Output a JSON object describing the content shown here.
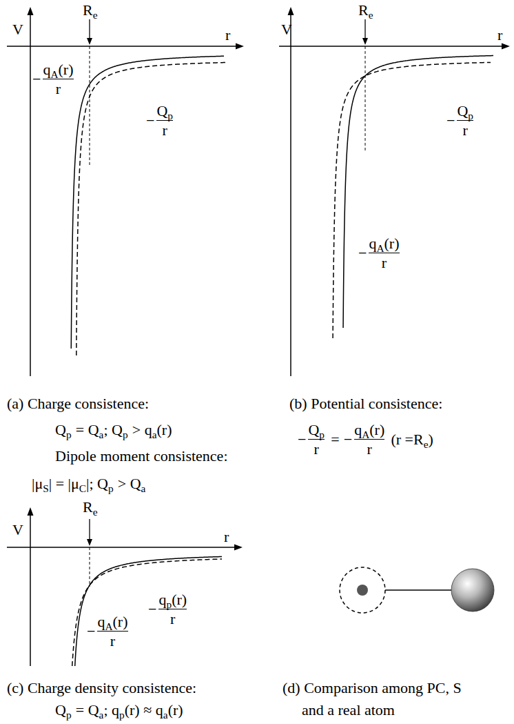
{
  "diagram": {
    "labels": [
      "V",
      "R",
      "e",
      "r",
      "−",
      "q",
      "A",
      "(r)",
      "r",
      "−",
      "Q",
      "p",
      "r",
      "V",
      "R",
      "e",
      "r",
      "−",
      "Q",
      "p",
      "r",
      "−",
      "q",
      "A",
      "(r)",
      "r",
      "(a) Charge consistence:",
      "Q",
      "p",
      "= Q",
      "a",
      "; Q",
      "p",
      "> q",
      "a",
      "(r)",
      "Dipole moment consistence:",
      "|μ",
      "S",
      "| = |μ",
      "C",
      "|; Q",
      "p",
      "> Q",
      "a",
      "(b) Potential consistence:",
      "−",
      "Q",
      "p",
      "r",
      "=",
      "−",
      "q",
      "A",
      "(r)",
      "r",
      "(r =R",
      "e",
      ")",
      "V",
      "R",
      "e",
      "r",
      "−",
      "q",
      "p",
      "(r)",
      "r",
      "−",
      "q",
      "A",
      "(r)",
      "r",
      "(c) Charge density consistence:",
      "Q",
      "p",
      "= Q",
      "a",
      "; q",
      "p",
      "(r) ≈ q",
      "a",
      "(r)",
      "(d) Comparison among PC, S",
      "and a real atom"
    ]
  }
}
